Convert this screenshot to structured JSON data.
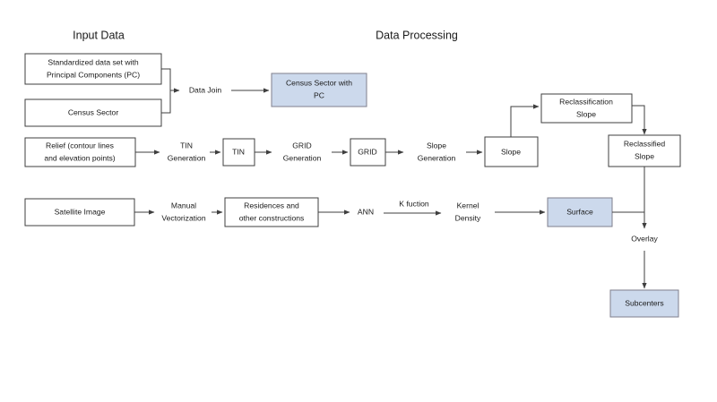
{
  "diagram": {
    "title_left": "Input Data",
    "title_right": "Data Processing",
    "colors": {
      "shaded_fill": "#ccd9ec",
      "box_stroke": "#3f3f3f",
      "shaded_stroke": "#7f7f8c",
      "text": "#1a1a1a",
      "background": "#ffffff"
    },
    "nodes": [
      {
        "id": "standardized-data-set",
        "line1": "Standardized data set with",
        "line2": "Principal Components  (PC)",
        "shaded": false
      },
      {
        "id": "census-sector",
        "line1": "Census Sector",
        "line2": "",
        "shaded": false
      },
      {
        "id": "census-sector-with-pc",
        "line1": "Census Sector with",
        "line2": "PC",
        "shaded": true
      },
      {
        "id": "relief",
        "line1": "Relief (contour lines",
        "line2": "and elevation points)",
        "shaded": false
      },
      {
        "id": "tin",
        "line1": "TIN",
        "line2": "",
        "shaded": false
      },
      {
        "id": "grid",
        "line1": "GRID",
        "line2": "",
        "shaded": false
      },
      {
        "id": "slope",
        "line1": "Slope",
        "line2": "",
        "shaded": false
      },
      {
        "id": "reclassification-slope",
        "line1": "Reclassification",
        "line2": "Slope",
        "shaded": false
      },
      {
        "id": "reclassified-slope",
        "line1": "Reclassified",
        "line2": "Slope",
        "shaded": false
      },
      {
        "id": "satellite-image",
        "line1": "Satellite Image",
        "line2": "",
        "shaded": false
      },
      {
        "id": "residences",
        "line1": "Residences and",
        "line2": "other constructions",
        "shaded": false
      },
      {
        "id": "surface",
        "line1": "Surface",
        "line2": "",
        "shaded": true
      },
      {
        "id": "subcenters",
        "line1": "Subcenters",
        "line2": "",
        "shaded": false
      }
    ],
    "edge_labels": [
      {
        "id": "data-join",
        "line1": "Data Join",
        "line2": ""
      },
      {
        "id": "tin-generation",
        "line1": "TIN",
        "line2": "Generation"
      },
      {
        "id": "grid-generation",
        "line1": "GRID",
        "line2": "Generation"
      },
      {
        "id": "slope-generation",
        "line1": "Slope",
        "line2": "Generation"
      },
      {
        "id": "manual-vectorization",
        "line1": "Manual",
        "line2": "Vectorization"
      },
      {
        "id": "ann",
        "line1": "ANN",
        "line2": ""
      },
      {
        "id": "k-fuction",
        "line1": "K fuction",
        "line2": ""
      },
      {
        "id": "kernel-density",
        "line1": "Kernel",
        "line2": "Density"
      },
      {
        "id": "overlay",
        "line1": "Overlay",
        "line2": ""
      }
    ]
  }
}
